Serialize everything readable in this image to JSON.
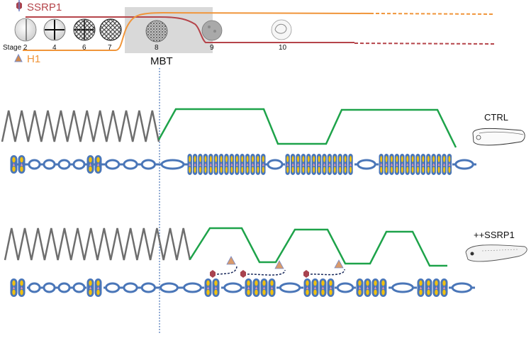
{
  "legend": {
    "ssrp1": {
      "label": "SSRP1",
      "color": "#b5444a"
    },
    "h1": {
      "label": "H1",
      "color": "#f0953a"
    }
  },
  "stages": [
    {
      "label": "Stage 2"
    },
    {
      "label": "4"
    },
    {
      "label": "6"
    },
    {
      "label": "7"
    },
    {
      "label": "8"
    },
    {
      "label": "9"
    },
    {
      "label": "10"
    }
  ],
  "mbt_label": "MBT",
  "panels": {
    "ctrl": {
      "label": "CTRL"
    },
    "overexpression": {
      "label": "++SSRP1"
    }
  },
  "colors": {
    "oscillation": "#6e6e6e",
    "transcription": "#1ea34a",
    "dna": "#4a76b8",
    "histone_dot": "#f2c10f",
    "mbt_line": "#4a76b8",
    "mbt_box": "#d9d9d9"
  }
}
